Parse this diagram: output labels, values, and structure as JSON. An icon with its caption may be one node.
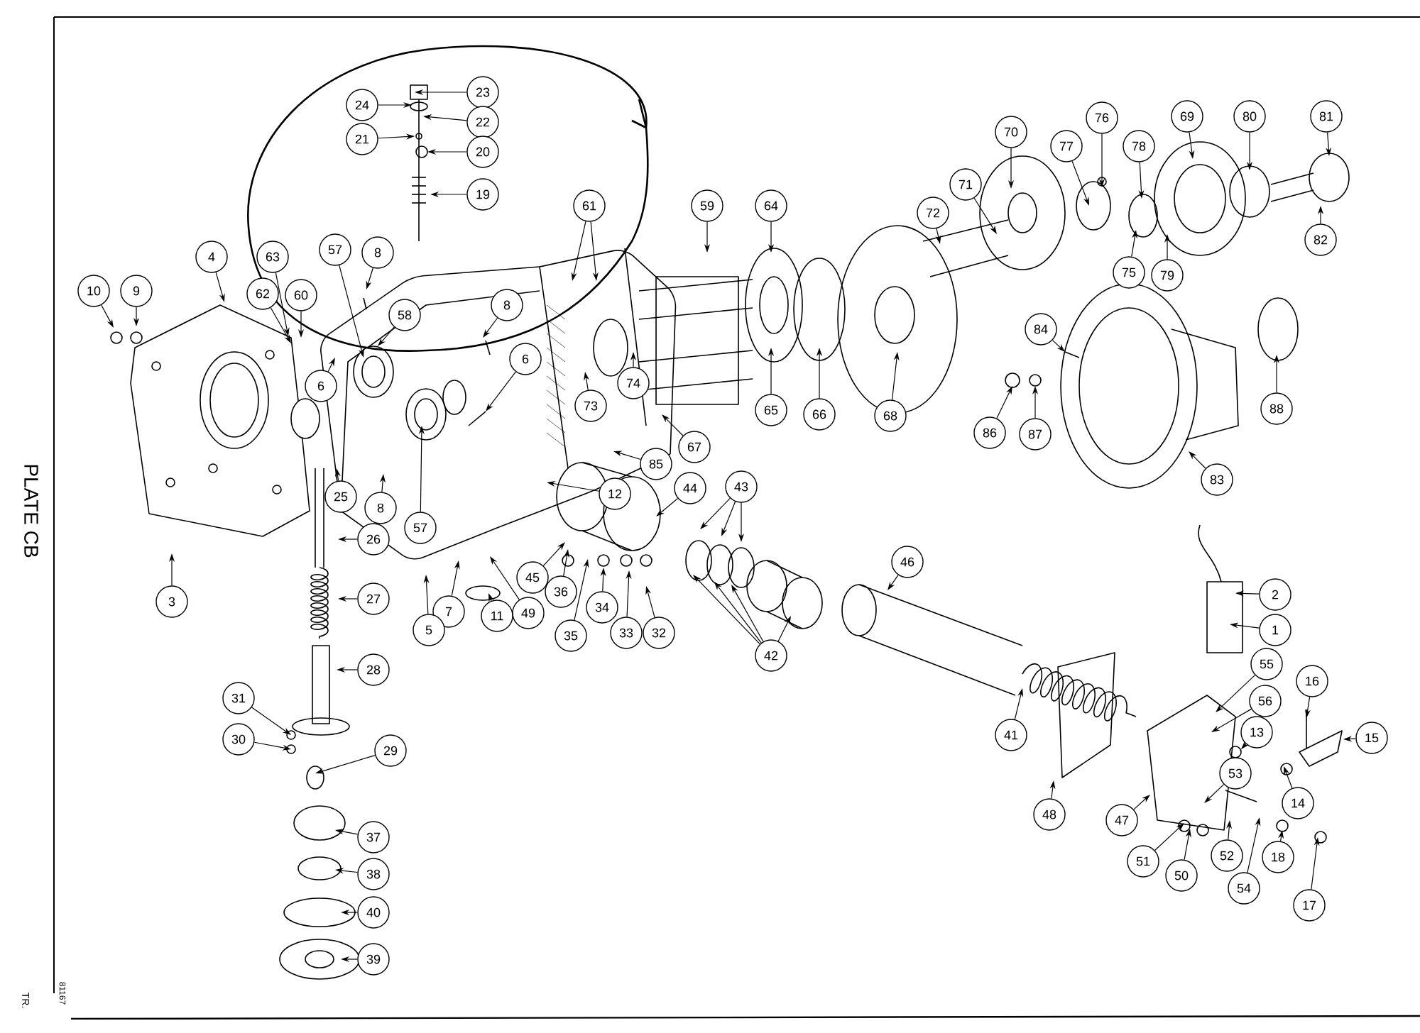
{
  "diagram": {
    "nodes": [
      {
        "text": [
          "23"
        ]
      },
      {
        "text": [
          "24"
        ]
      },
      {
        "text": [
          "22"
        ]
      },
      {
        "text": [
          "21"
        ]
      },
      {
        "text": [
          "20"
        ]
      },
      {
        "text": [
          "19"
        ]
      },
      {
        "text": [
          "59"
        ]
      },
      {
        "text": [
          "64"
        ]
      },
      {
        "text": [
          "61"
        ]
      },
      {
        "text": [
          "70"
        ]
      },
      {
        "text": [
          "77"
        ]
      },
      {
        "text": [
          "76"
        ]
      },
      {
        "text": [
          "78"
        ]
      },
      {
        "text": [
          "69"
        ]
      },
      {
        "text": [
          "80"
        ]
      },
      {
        "text": [
          "81"
        ]
      },
      {
        "text": [
          "71"
        ]
      },
      {
        "text": [
          "72"
        ]
      },
      {
        "text": [
          "82"
        ]
      },
      {
        "text": [
          "4"
        ]
      },
      {
        "text": [
          "63"
        ]
      },
      {
        "text": [
          "57"
        ]
      },
      {
        "text": [
          "8"
        ]
      },
      {
        "text": [
          "75"
        ]
      },
      {
        "text": [
          "79"
        ]
      },
      {
        "text": [
          "10"
        ]
      },
      {
        "text": [
          "9"
        ]
      },
      {
        "text": [
          "62"
        ]
      },
      {
        "text": [
          "60"
        ]
      },
      {
        "text": [
          "58"
        ]
      },
      {
        "text": [
          "6"
        ]
      },
      {
        "text": [
          "8"
        ]
      },
      {
        "text": [
          "84"
        ]
      },
      {
        "text": [
          "6"
        ]
      },
      {
        "text": [
          "74"
        ]
      },
      {
        "text": [
          "73"
        ]
      },
      {
        "text": [
          "65"
        ]
      },
      {
        "text": [
          "66"
        ]
      },
      {
        "text": [
          "68"
        ]
      },
      {
        "text": [
          "88"
        ]
      },
      {
        "text": [
          "86"
        ]
      },
      {
        "text": [
          "87"
        ]
      },
      {
        "text": [
          "67"
        ]
      },
      {
        "text": [
          "85"
        ]
      },
      {
        "text": [
          "12"
        ]
      },
      {
        "text": [
          "83"
        ]
      },
      {
        "text": [
          "44"
        ]
      },
      {
        "text": [
          "43"
        ]
      },
      {
        "text": [
          "25"
        ]
      },
      {
        "text": [
          "8"
        ]
      },
      {
        "text": [
          "57"
        ]
      },
      {
        "text": [
          "26"
        ]
      },
      {
        "text": [
          "46"
        ]
      },
      {
        "text": [
          "45"
        ]
      },
      {
        "text": [
          "36"
        ]
      },
      {
        "text": [
          "2"
        ]
      },
      {
        "text": [
          "3"
        ]
      },
      {
        "text": [
          "27"
        ]
      },
      {
        "text": [
          "34"
        ]
      },
      {
        "text": [
          "7"
        ]
      },
      {
        "text": [
          "11"
        ]
      },
      {
        "text": [
          "49"
        ]
      },
      {
        "text": [
          "5"
        ]
      },
      {
        "text": [
          "1"
        ]
      },
      {
        "text": [
          "35"
        ]
      },
      {
        "text": [
          "33"
        ]
      },
      {
        "text": [
          "32"
        ]
      },
      {
        "text": [
          "42"
        ]
      },
      {
        "text": [
          "55"
        ]
      },
      {
        "text": [
          "28"
        ]
      },
      {
        "text": [
          "16"
        ]
      },
      {
        "text": [
          "31"
        ]
      },
      {
        "text": [
          "56"
        ]
      },
      {
        "text": [
          "13"
        ]
      },
      {
        "text": [
          "41"
        ]
      },
      {
        "text": [
          "15"
        ]
      },
      {
        "text": [
          "30"
        ]
      },
      {
        "text": [
          "29"
        ]
      },
      {
        "text": [
          "53"
        ]
      },
      {
        "text": [
          "14"
        ]
      },
      {
        "text": [
          "48"
        ]
      },
      {
        "text": [
          "47"
        ]
      },
      {
        "text": [
          "37"
        ]
      },
      {
        "text": [
          "18"
        ]
      },
      {
        "text": [
          "52"
        ]
      },
      {
        "text": [
          "51"
        ]
      },
      {
        "text": [
          "38"
        ]
      },
      {
        "text": [
          "50"
        ]
      },
      {
        "text": [
          "54"
        ]
      },
      {
        "text": [
          "17"
        ]
      },
      {
        "text": [
          "40"
        ]
      },
      {
        "text": [
          "39"
        ]
      }
    ],
    "edges": [
      {
        "from": 0,
        "to": null,
        "arrow": "to"
      },
      {
        "from": 1,
        "to": null,
        "arrow": "to"
      },
      {
        "from": 2,
        "to": null,
        "arrow": "to"
      },
      {
        "from": 3,
        "to": null,
        "arrow": "to"
      },
      {
        "from": 4,
        "to": null,
        "arrow": "to"
      },
      {
        "from": 5,
        "to": null,
        "arrow": "to"
      },
      {
        "from": 6,
        "to": null,
        "arrow": "to"
      },
      {
        "from": 7,
        "to": null,
        "arrow": "to"
      },
      {
        "from": 8,
        "to": null,
        "arrow": "to"
      },
      {
        "from": 8,
        "to": null,
        "arrow": "to"
      },
      {
        "from": 9,
        "to": null,
        "arrow": "to"
      },
      {
        "from": 10,
        "to": null,
        "arrow": "to"
      },
      {
        "from": 11,
        "to": null,
        "arrow": "to"
      },
      {
        "from": 12,
        "to": null,
        "arrow": "to"
      },
      {
        "from": 13,
        "to": null,
        "arrow": "to"
      },
      {
        "from": 14,
        "to": null,
        "arrow": "to"
      },
      {
        "from": 15,
        "to": null,
        "arrow": "to"
      },
      {
        "from": 16,
        "to": null,
        "arrow": "to"
      },
      {
        "from": 17,
        "to": null,
        "arrow": "to"
      },
      {
        "from": 18,
        "to": null,
        "arrow": "to"
      },
      {
        "from": 19,
        "to": null,
        "arrow": "to"
      },
      {
        "from": 20,
        "to": null,
        "arrow": "to"
      },
      {
        "from": 21,
        "to": null,
        "arrow": "to"
      },
      {
        "from": 22,
        "to": null,
        "arrow": "to"
      },
      {
        "from": 23,
        "to": null,
        "arrow": "to"
      },
      {
        "from": 24,
        "to": null,
        "arrow": "to"
      },
      {
        "from": 25,
        "to": null,
        "arrow": "to"
      },
      {
        "from": 26,
        "to": null,
        "arrow": "to"
      },
      {
        "from": 27,
        "to": null,
        "arrow": "to"
      },
      {
        "from": 28,
        "to": null,
        "arrow": "to"
      },
      {
        "from": 29,
        "to": null,
        "arrow": "to"
      },
      {
        "from": 30,
        "to": null,
        "arrow": "to"
      },
      {
        "from": 31,
        "to": null,
        "arrow": "to"
      },
      {
        "from": 32,
        "to": null,
        "arrow": "to"
      },
      {
        "from": 33,
        "to": null,
        "arrow": "to"
      },
      {
        "from": 34,
        "to": null,
        "arrow": "to"
      },
      {
        "from": 35,
        "to": null,
        "arrow": "to"
      },
      {
        "from": 36,
        "to": null,
        "arrow": "to"
      },
      {
        "from": 37,
        "to": null,
        "arrow": "to"
      },
      {
        "from": 38,
        "to": null,
        "arrow": "to"
      },
      {
        "from": 39,
        "to": null,
        "arrow": "to"
      },
      {
        "from": 40,
        "to": null,
        "arrow": "to"
      },
      {
        "from": 41,
        "to": null,
        "arrow": "to"
      },
      {
        "from": 42,
        "to": null,
        "arrow": "to"
      },
      {
        "from": 43,
        "to": null,
        "arrow": "to"
      },
      {
        "from": 44,
        "to": null,
        "arrow": "to"
      },
      {
        "from": 45,
        "to": null,
        "arrow": "to"
      },
      {
        "from": 46,
        "to": null,
        "arrow": "to"
      },
      {
        "from": 47,
        "to": null,
        "arrow": "to"
      },
      {
        "from": 47,
        "to": null,
        "arrow": "to"
      },
      {
        "from": 47,
        "to": null,
        "arrow": "to"
      },
      {
        "from": 48,
        "to": null,
        "arrow": "to"
      },
      {
        "from": 49,
        "to": null,
        "arrow": "to"
      },
      {
        "from": 50,
        "to": null,
        "arrow": "to"
      },
      {
        "from": 51,
        "to": null,
        "arrow": "to"
      },
      {
        "from": 52,
        "to": null,
        "arrow": "to"
      },
      {
        "from": 53,
        "to": null,
        "arrow": "to"
      },
      {
        "from": 54,
        "to": null,
        "arrow": "to"
      },
      {
        "from": 55,
        "to": null,
        "arrow": "to"
      },
      {
        "from": 56,
        "to": null,
        "arrow": "to"
      },
      {
        "from": 57,
        "to": null,
        "arrow": "to"
      },
      {
        "from": 58,
        "to": null,
        "arrow": "to"
      },
      {
        "from": 59,
        "to": null,
        "arrow": "to"
      },
      {
        "from": 60,
        "to": null,
        "arrow": "to"
      },
      {
        "from": 61,
        "to": null,
        "arrow": "to"
      },
      {
        "from": 62,
        "to": null,
        "arrow": "to"
      },
      {
        "from": 63,
        "to": null,
        "arrow": "to"
      },
      {
        "from": 64,
        "to": null,
        "arrow": "to"
      },
      {
        "from": 65,
        "to": null,
        "arrow": "to"
      },
      {
        "from": 66,
        "to": null,
        "arrow": "to"
      },
      {
        "from": 67,
        "to": null,
        "arrow": "to"
      },
      {
        "from": 67,
        "to": null,
        "arrow": "to"
      },
      {
        "from": 67,
        "to": null,
        "arrow": "to"
      },
      {
        "from": 67,
        "to": null,
        "arrow": "to"
      },
      {
        "from": 68,
        "to": null,
        "arrow": "to"
      },
      {
        "from": 69,
        "to": null,
        "arrow": "to"
      },
      {
        "from": 70,
        "to": null,
        "arrow": "to"
      },
      {
        "from": 71,
        "to": null,
        "arrow": "to"
      },
      {
        "from": 72,
        "to": null,
        "arrow": "to"
      },
      {
        "from": 73,
        "to": null,
        "arrow": "to"
      },
      {
        "from": 74,
        "to": null,
        "arrow": "to"
      },
      {
        "from": 75,
        "to": null,
        "arrow": "to"
      },
      {
        "from": 76,
        "to": null,
        "arrow": "to"
      },
      {
        "from": 77,
        "to": null,
        "arrow": "to"
      },
      {
        "from": 78,
        "to": null,
        "arrow": "to"
      },
      {
        "from": 79,
        "to": null,
        "arrow": "to"
      },
      {
        "from": 80,
        "to": null,
        "arrow": "to"
      },
      {
        "from": 81,
        "to": null,
        "arrow": "to"
      },
      {
        "from": 82,
        "to": null,
        "arrow": "to"
      },
      {
        "from": 83,
        "to": null,
        "arrow": "to"
      },
      {
        "from": 84,
        "to": null,
        "arrow": "to"
      },
      {
        "from": 85,
        "to": null,
        "arrow": "to"
      },
      {
        "from": 86,
        "to": null,
        "arrow": "to"
      },
      {
        "from": 87,
        "to": null,
        "arrow": "to"
      },
      {
        "from": 88,
        "to": null,
        "arrow": "to"
      },
      {
        "from": 89,
        "to": null,
        "arrow": "to"
      },
      {
        "from": 90,
        "to": null,
        "arrow": "to"
      },
      {
        "from": 91,
        "to": null,
        "arrow": "to"
      }
    ],
    "labels": [
      "PLATE CB",
      "81167",
      "TR."
    ]
  }
}
